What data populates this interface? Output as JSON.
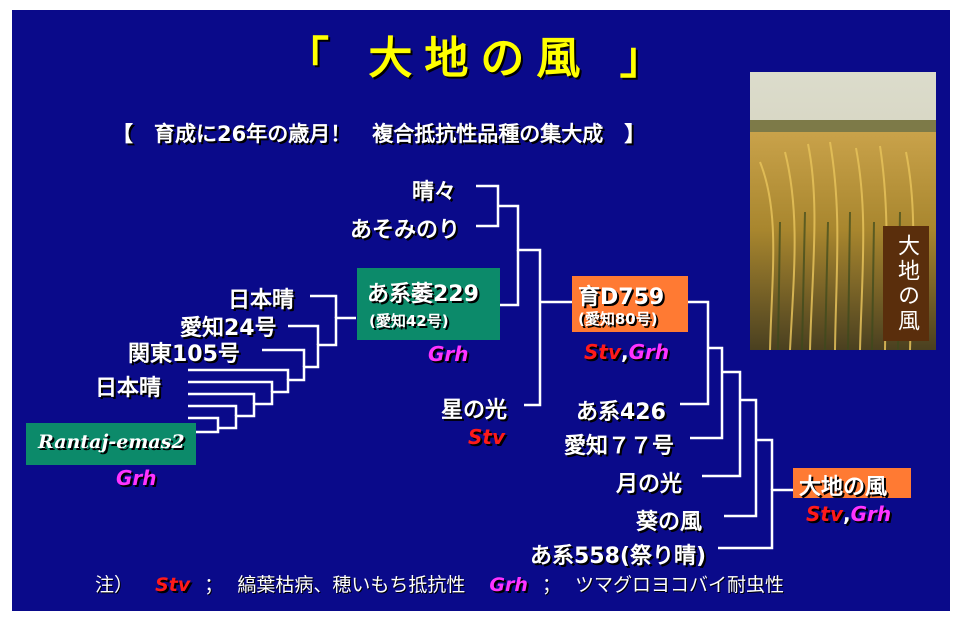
{
  "title": "「 大地の風 」",
  "subtitle": "【　育成に26年の歳月！　複合抵抗性品種の集大成　】",
  "photo_label": "大地の風",
  "varieties": {
    "harebare": "晴々",
    "asominori": "あそみのり",
    "nihonbare_top": "日本晴",
    "aichi24": "愛知24号",
    "kanto105": "関東105号",
    "nihonbare_bottom": "日本晴",
    "rantaj": "Rantaj-emas2",
    "rantaj_res": "Grh",
    "akei_name": "あ系萎229",
    "akei_sub": "(愛知42号)",
    "akei_res": "Grh",
    "hoshi": "星の光",
    "hoshi_res": "Stv",
    "ikud_name": "育D759",
    "ikud_sub": "(愛知80号)",
    "ikud_res1": "Stv",
    "ikud_comma": ",",
    "ikud_res2": "Grh",
    "akei426": "あ系426",
    "aichi77": "愛知７７号",
    "tsukinohikari": "月の光",
    "aoinokaze": "葵の風",
    "akei558": "あ系558(祭り晴)",
    "final_name": "大地の風",
    "final_res1": "Stv",
    "final_comma": ",",
    "final_res2": "Grh"
  },
  "note": {
    "prefix": "注）",
    "stv": "Stv",
    "sep1": "；",
    "stv_desc": "縞葉枯病、穂いもち抵抗性",
    "grh": "Grh",
    "sep2": "；",
    "grh_desc": "ツマグロヨコバイ耐虫性"
  },
  "colors": {
    "background": "#0a0a8a",
    "title": "#ffff00",
    "green_box": "#0c8a6a",
    "orange_box": "#ff7a33",
    "stv": "#ff1a1a",
    "grh": "#ff33ff"
  }
}
